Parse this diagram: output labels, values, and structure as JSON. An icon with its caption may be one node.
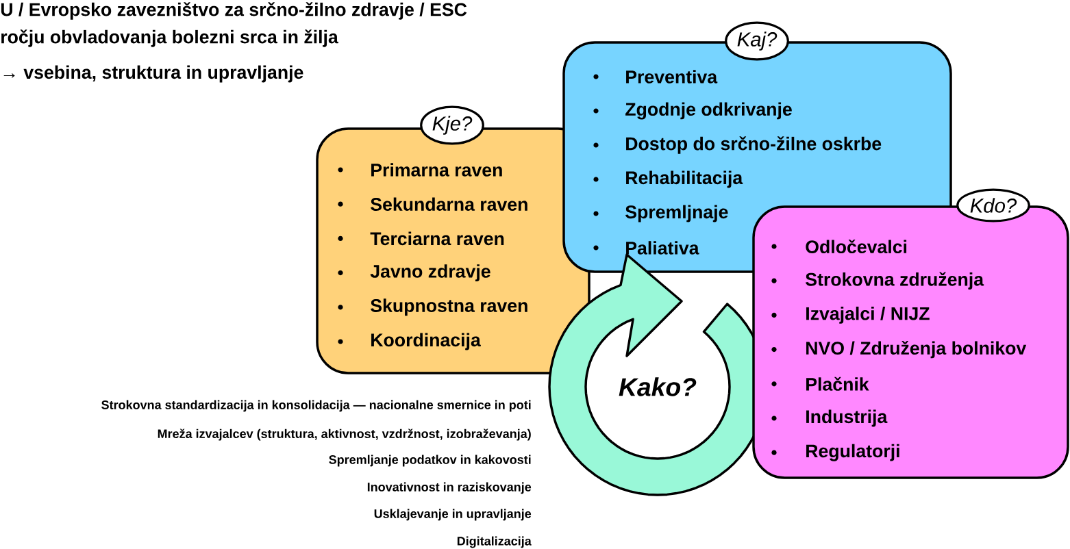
{
  "diagram": {
    "nodes": [
      {
        "text": [
          "Kje?",
          "Primarna raven",
          "Sekundarna raven",
          "Terciarna raven",
          "Javno zdravje",
          "Skupnostna raven",
          "Koordinacija"
        ]
      },
      {
        "text": [
          "Kaj?",
          "Preventiva",
          "Zgodnje odkrivanje",
          "Dostop do srčno-žilne oskrbe",
          "Rehabilitacija",
          "Spremljnaje",
          "Paliativa"
        ]
      },
      {
        "text": [
          "Kdo?",
          "Odločevalci",
          "Strokovna združenja",
          "Izvajalci / NIJZ",
          "NVO / Združenja bolnikov",
          "Plačnik",
          "Industrija",
          "Regulatorji"
        ]
      },
      {
        "text": [
          "Kako?"
        ]
      }
    ],
    "edges": [],
    "labels": [
      "U / Evropsko zavezništvo za srčno-žilno zdravje / ESC",
      "ročju obvladovanja bolezni srca in žilja",
      "→ vsebina, struktura in upravljanje",
      "Strokovna standardizacija in konsolidacija — nacionalne smernice in poti",
      "Mreža izvajalcev (struktura, aktivnost, vzdržnost, izobraževanja)",
      "Spremljanje podatkov in kakovosti",
      "Inovativnost in raziskovanje",
      "Usklajevanje in upravljanje",
      "Digitalizacija"
    ]
  }
}
